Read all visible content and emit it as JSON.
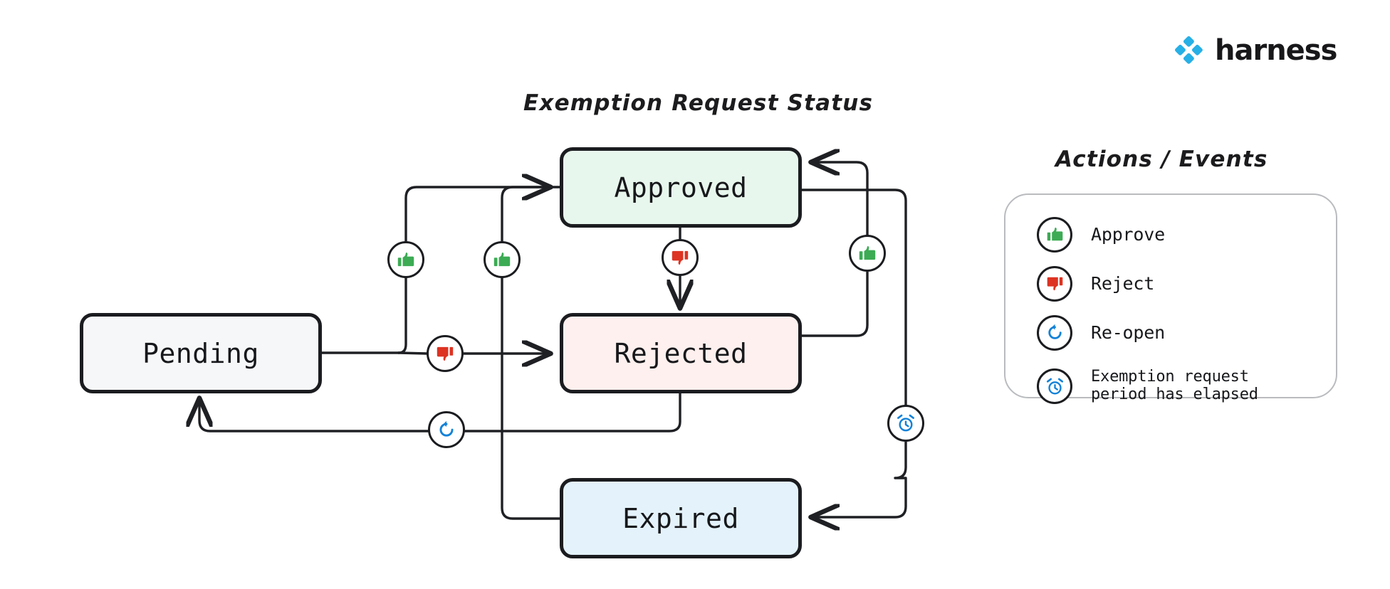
{
  "brand": {
    "name": "harness",
    "logo_icon": "harness-diamond-logo",
    "logo_color": "#27b0e6",
    "word_color": "#18181b"
  },
  "diagram": {
    "title": "Exemption Request Status",
    "type": "state-machine",
    "states": [
      {
        "id": "pending",
        "label": "Pending",
        "fill": "#f6f7f9",
        "border": "#1b1c1f"
      },
      {
        "id": "approved",
        "label": "Approved",
        "fill": "#e8f7ed",
        "border": "#1b1c1f"
      },
      {
        "id": "rejected",
        "label": "Rejected",
        "fill": "#fdf0ee",
        "border": "#1b1c1f"
      },
      {
        "id": "expired",
        "label": "Expired",
        "fill": "#e4f2fb",
        "border": "#1b1c1f"
      }
    ],
    "transitions": [
      {
        "from": "pending",
        "to": "approved",
        "action": "approve",
        "icon": "thumbs-up-icon"
      },
      {
        "from": "pending",
        "to": "rejected",
        "action": "reject",
        "icon": "thumbs-down-icon"
      },
      {
        "from": "approved",
        "to": "rejected",
        "action": "reject",
        "icon": "thumbs-down-icon"
      },
      {
        "from": "rejected",
        "to": "approved",
        "action": "approve",
        "icon": "thumbs-up-icon"
      },
      {
        "from": "rejected",
        "to": "pending",
        "action": "re-open",
        "icon": "reopen-icon"
      },
      {
        "from": "approved",
        "to": "expired",
        "action": "exemption request period has elapsed",
        "icon": "alarm-clock-icon"
      },
      {
        "from": "expired",
        "to": "approved",
        "action": "approve",
        "icon": "thumbs-up-icon"
      }
    ]
  },
  "legend": {
    "title": "Actions / Events",
    "items": [
      {
        "icon": "thumbs-up-icon",
        "icon_color": "#3cab54",
        "label": "Approve"
      },
      {
        "icon": "thumbs-down-icon",
        "icon_color": "#dd3322",
        "label": "Reject"
      },
      {
        "icon": "reopen-icon",
        "icon_color": "#1282d8",
        "label": "Re-open"
      },
      {
        "icon": "alarm-clock-icon",
        "icon_color": "#1282d8",
        "label": "Exemption request\nperiod has elapsed"
      }
    ]
  },
  "colors": {
    "approve_green": "#3cab54",
    "reject_red": "#dd3322",
    "event_blue": "#1282d8",
    "stroke": "#1f2024",
    "legend_border": "#b9bbbe"
  }
}
